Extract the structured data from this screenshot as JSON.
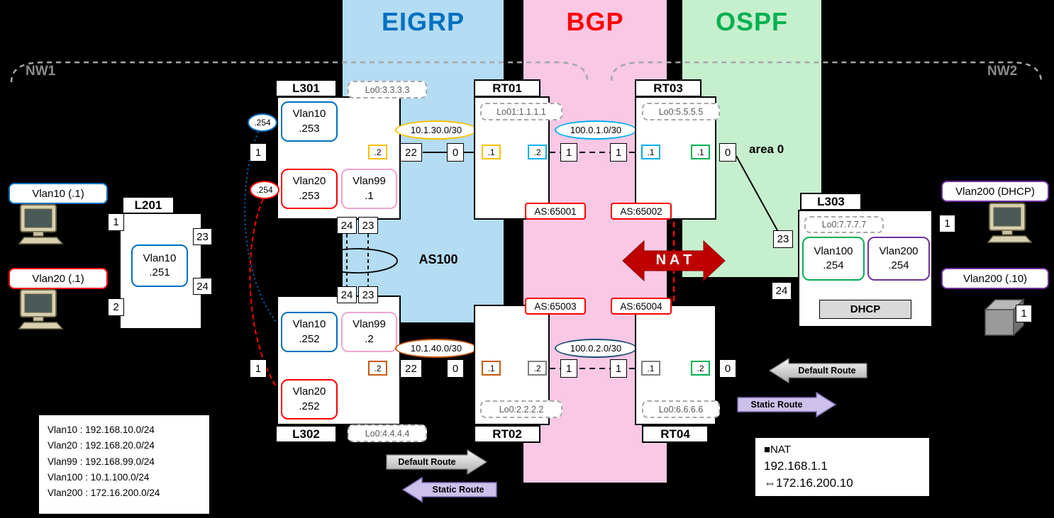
{
  "bands": {
    "eigrp": "EIGRP",
    "bgp": "BGP",
    "ospf": "OSPF"
  },
  "regions": {
    "nw1": "NW1",
    "nw2": "NW2"
  },
  "annotations": {
    "as100": "AS100",
    "area0": "area 0",
    "nat": "N A T"
  },
  "hosts": {
    "left_top": {
      "label": "Vlan10 (.1)"
    },
    "left_bottom": {
      "label": "Vlan20 (.1)"
    },
    "right_top": {
      "label": "Vlan200 (DHCP)",
      "port": "1"
    },
    "right_bottom": {
      "label": "Vlan200 (.10)",
      "port": "1"
    }
  },
  "devices": {
    "l201": {
      "name": "L201",
      "vlan10": {
        "label": "Vlan10",
        "ip": ".251"
      },
      "ports": {
        "p1": "1",
        "p2": "2",
        "p23": "23",
        "p24": "24"
      }
    },
    "l301": {
      "name": "L301",
      "loopback": "Lo0:3.3.3.3",
      "vlan10": {
        "label": "Vlan10",
        "ip": ".253"
      },
      "vlan20": {
        "label": "Vlan20",
        "ip": ".253"
      },
      "vlan99": {
        "label": "Vlan99",
        "ip": ".1"
      },
      "vip_vlan10": ".254",
      "vip_vlan20": ".254",
      "if_to_rt01": ".2",
      "ports": {
        "p1": "1",
        "p22": "22",
        "p24": "24",
        "p23": "23"
      }
    },
    "l302": {
      "name": "L302",
      "loopback": "Lo0:4.4.4.4",
      "vlan10": {
        "label": "Vlan10",
        "ip": ".252"
      },
      "vlan99": {
        "label": "Vlan99",
        "ip": ".2"
      },
      "vlan20": {
        "label": "Vlan20",
        "ip": ".252"
      },
      "if_to_rt02": ".2",
      "ports": {
        "p1": "1",
        "p22": "22",
        "p24": "24",
        "p23": "23"
      }
    },
    "rt01": {
      "name": "RT01",
      "loopback": "Lo01:1.1.1.1",
      "as": "AS:65001",
      "if_left": ".1",
      "if_right": ".2",
      "ports": {
        "p0": "0",
        "p1": "1"
      }
    },
    "rt02": {
      "name": "RT02",
      "loopback": "Lo0:2.2.2.2",
      "as": "AS:65003",
      "if_left": ".1",
      "if_right": ".2",
      "ports": {
        "p0": "0",
        "p1": "1"
      }
    },
    "rt03": {
      "name": "RT03",
      "loopback": "Lo0:5.5.5.5",
      "as": "AS:65002",
      "if_left": ".1",
      "if_right": ".1",
      "ports": {
        "p1": "1",
        "p0": "0"
      }
    },
    "rt04": {
      "name": "RT04",
      "loopback": "Lo0:6.6.6.6",
      "as": "AS:65004",
      "if_left": ".1",
      "if_right": ".2",
      "ports": {
        "p1": "1",
        "p0": "0"
      }
    },
    "l303": {
      "name": "L303",
      "loopback": "Lo0:7.7.7.7",
      "vlan100": {
        "label": "Vlan100",
        "ip": ".254"
      },
      "vlan200": {
        "label": "Vlan200",
        "ip": ".254"
      },
      "dhcp": "DHCP",
      "ports": {
        "p23": "23",
        "p24": "24"
      }
    }
  },
  "networks": {
    "eigrp_top": "10.1.30.0/30",
    "bgp_top": "100.0.1.0/30",
    "eigrp_bottom": "10.1.40.0/30",
    "bgp_bottom": "100.0.2.0/30"
  },
  "route_arrows": {
    "bottom_default": "Default Route",
    "bottom_static": "Static Route",
    "right_default": "Default Route",
    "right_static": "Static Route"
  },
  "legend": {
    "lines": [
      "Vlan10 : 192.168.10.0/24",
      "Vlan20 : 192.168.20.0/24",
      "Vlan99 : 192.168.99.0/24",
      "Vlan100 : 10.1.100.0/24",
      "Vlan200 : 172.16.200.0/24"
    ]
  },
  "nat_info": {
    "title": "■NAT",
    "line1": "192.168.1.1",
    "line2": "⇔172.16.200.10"
  },
  "colors": {
    "eigrp_band": "#B4DCF2",
    "eigrp_text": "#0070C0",
    "bgp_band": "#F8C8E4",
    "bgp_text": "#FF0000",
    "ospf_band": "#C6EFCE",
    "ospf_text": "#00B050",
    "vlan10": "#0070C0",
    "vlan20": "#FF0000",
    "vlan99": "#F2A3CE",
    "vlan100": "#00B050",
    "vlan200": "#7030A0",
    "net_eigrp_top": "#FFC000",
    "net_bgp_top": "#00B0F0",
    "net_eigrp_bottom": "#C55A11",
    "net_bgp_bottom": "#1F4E79",
    "nat_arrow": "#BE0000",
    "as_border": "#FF0000",
    "default_route_fill": "#C9C9C9",
    "static_route_fill": "#CDC1EC"
  }
}
